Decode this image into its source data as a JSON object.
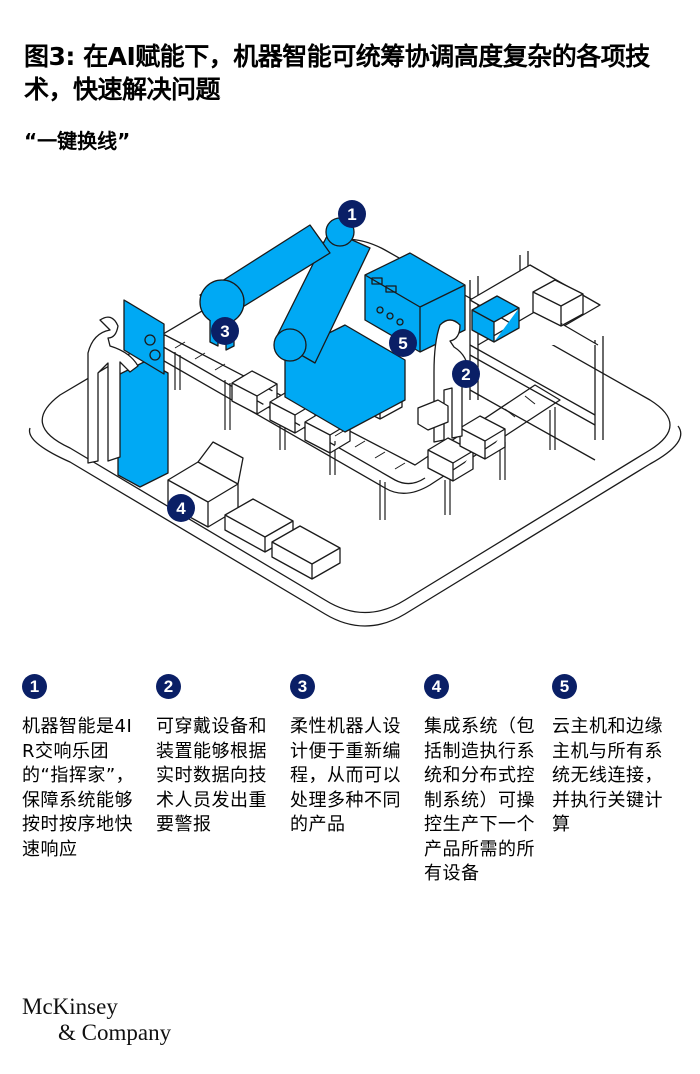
{
  "header": {
    "title": "图3: 在AI赋能下，机器智能可统筹协调高度复杂的各项技术，快速解决问题",
    "subtitle": "“一键换线”"
  },
  "colors": {
    "accent_blue": "#00a9f4",
    "badge_navy": "#0a1f66",
    "line": "#1a1a1a"
  },
  "illustration": {
    "callouts": [
      "1",
      "2",
      "3",
      "4",
      "5"
    ]
  },
  "legend": {
    "items": [
      {
        "number": "1",
        "text": "机器智能是4IR交响乐团的“指挥家”，保障系统能够按时按序地快速响应"
      },
      {
        "number": "2",
        "text": "可穿戴设备和装置能够根据实时数据向技术人员发出重要警报"
      },
      {
        "number": "3",
        "text": "柔性机器人设计便于重新编程，从而可以处理多种不同的产品"
      },
      {
        "number": "4",
        "text": "集成系统（包括制造执行系统和分布式控制系统）可操控生产下一个产品所需的所有设备"
      },
      {
        "number": "5",
        "text": "云主机和边缘主机与所有系统无线连接，并执行关键计算"
      }
    ]
  },
  "footer": {
    "logo_line1": "McKinsey",
    "logo_line2": "& Company"
  }
}
